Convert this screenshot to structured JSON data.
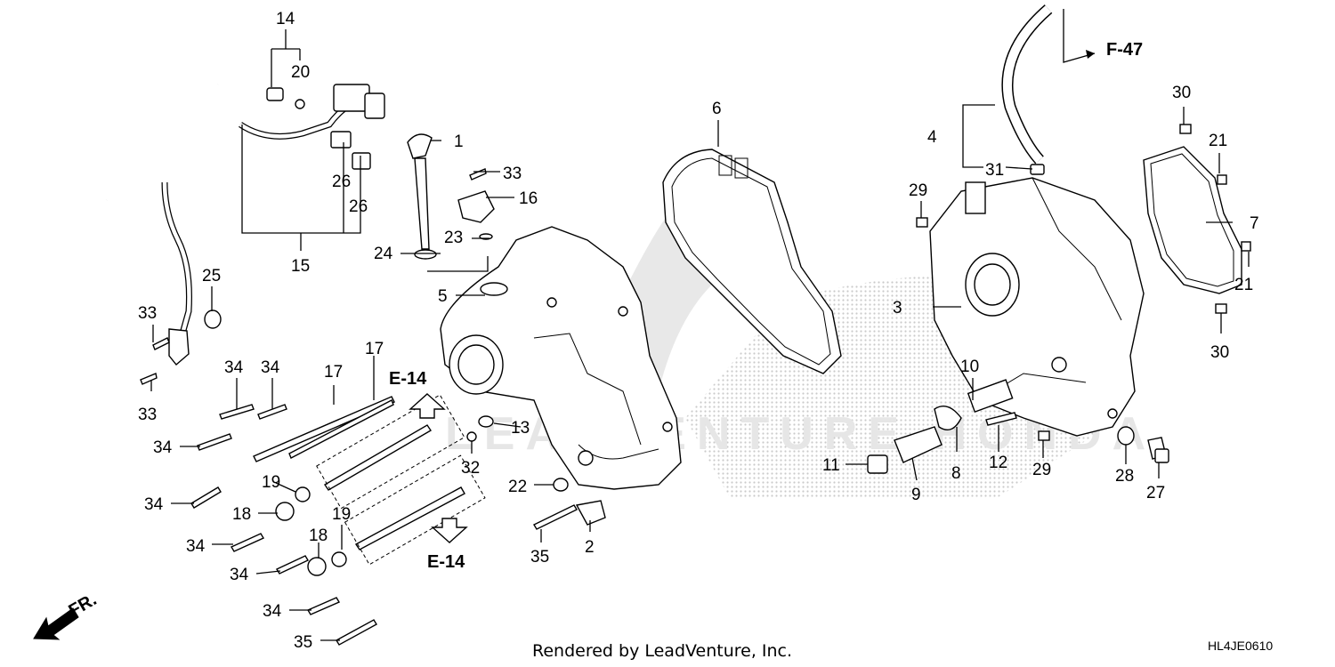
{
  "diagram": {
    "callouts": [
      "1",
      "2",
      "3",
      "4",
      "5",
      "6",
      "7",
      "8",
      "9",
      "10",
      "11",
      "12",
      "13",
      "14",
      "15",
      "16",
      "17",
      "17",
      "18",
      "18",
      "19",
      "19",
      "20",
      "21",
      "21",
      "22",
      "23",
      "24",
      "25",
      "26",
      "26",
      "27",
      "28",
      "29",
      "29",
      "30",
      "30",
      "31",
      "32",
      "33",
      "33",
      "33",
      "34",
      "34",
      "34",
      "34",
      "34",
      "34",
      "34",
      "35",
      "35"
    ],
    "refs": {
      "e14_up": "E-14",
      "e14_down": "E-14",
      "f47": "F-47",
      "front": "FR."
    },
    "footer": "Rendered by LeadVenture, Inc.",
    "diagram_code": "HL4JE0610",
    "watermark_text": "LEADVENTURE HONDA",
    "colors": {
      "ink": "#000000",
      "watermark": "#d8d8d8",
      "background": "#ffffff"
    }
  }
}
